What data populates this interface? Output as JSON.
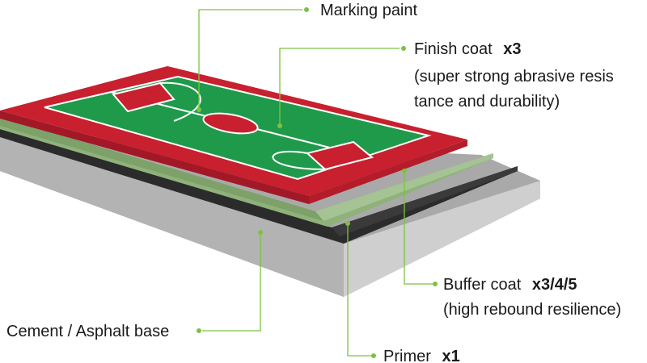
{
  "labels": {
    "marking_paint": {
      "text": "Marking paint"
    },
    "finish_coat": {
      "text": "Finish coat",
      "multiplier": "x3",
      "note_line1": "(super strong abrasive resis",
      "note_line2": "tance and durability)"
    },
    "buffer_coat": {
      "text": "Buffer coat",
      "multiplier": "x3/4/5",
      "note_line1": "(high rebound resilience)"
    },
    "cement_base": {
      "text": "Cement / Asphalt base"
    },
    "primer": {
      "text": "Primer",
      "multiplier": "x1"
    }
  },
  "colors": {
    "leader_line": "#7cc242",
    "court_red": "#c8202f",
    "court_green": "#1f9a4a",
    "buffer_green": "#8fb27b",
    "primer_black": "#2b2b2b",
    "cement_gray": "#b9b9b9",
    "court_lines": "#ffffff"
  }
}
